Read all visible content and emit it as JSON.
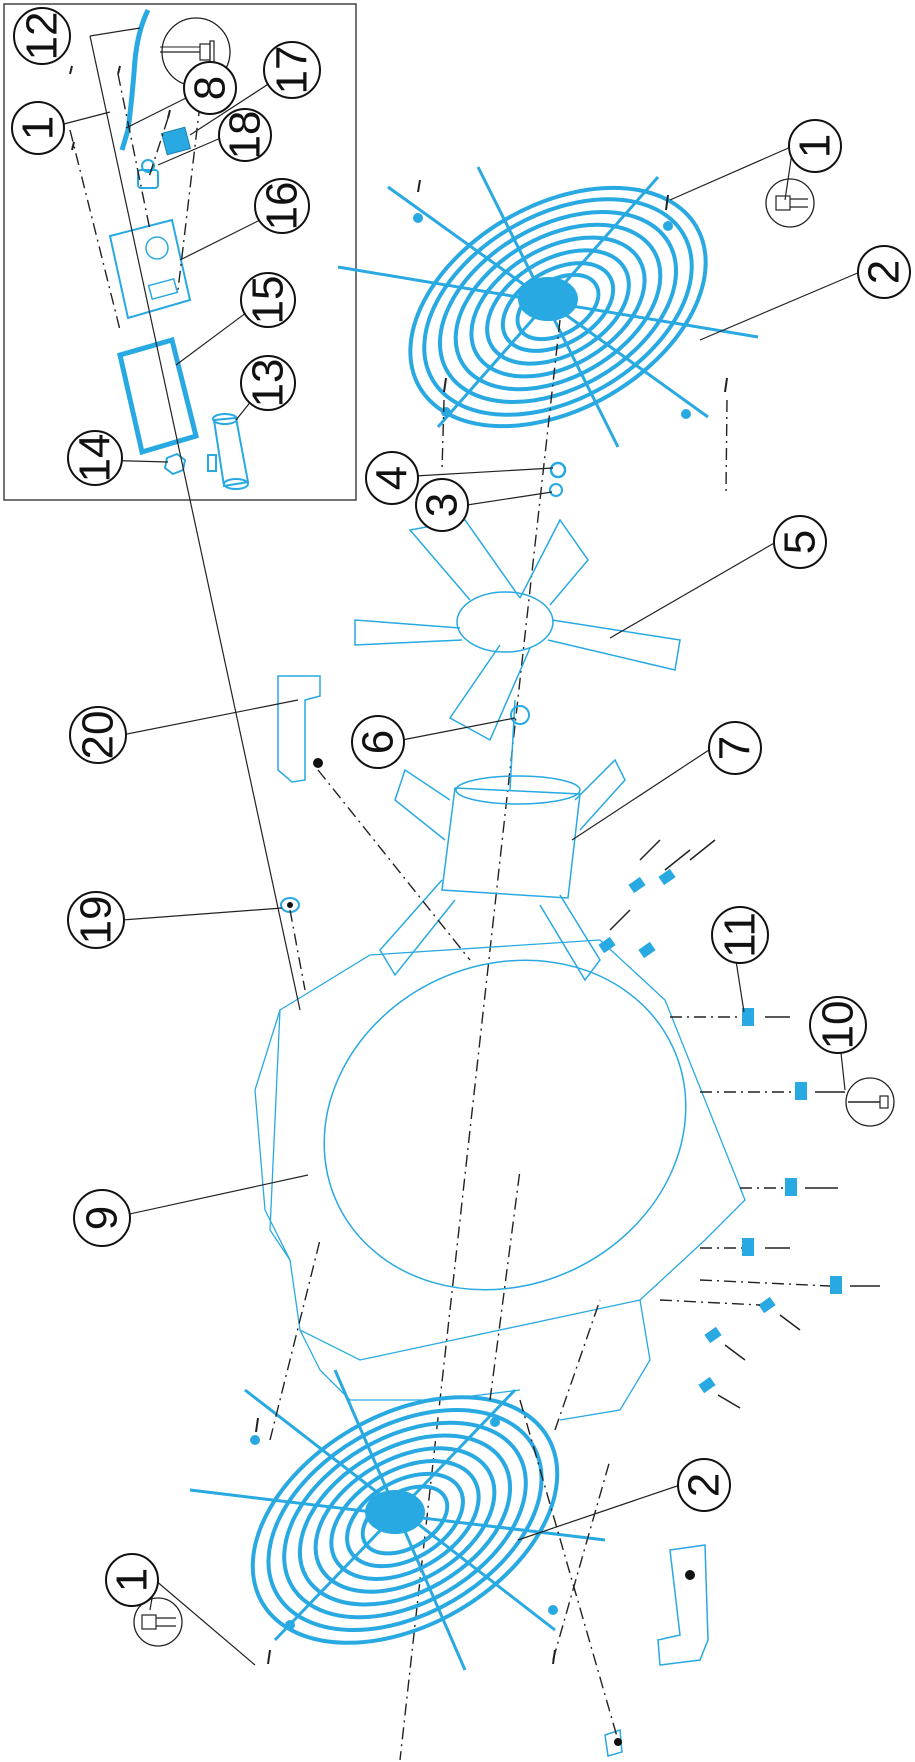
{
  "diagram": {
    "type": "exploded-parts-diagram",
    "accent_color": "#29a9e1",
    "line_color": "#222222",
    "orientation": "rotated-90-ccw",
    "callouts": [
      {
        "id": "c12a",
        "label": "12"
      },
      {
        "id": "c8",
        "label": "8"
      },
      {
        "id": "c17",
        "label": "17"
      },
      {
        "id": "c1a",
        "label": "1"
      },
      {
        "id": "c18",
        "label": "18"
      },
      {
        "id": "c16",
        "label": "16"
      },
      {
        "id": "c15",
        "label": "15"
      },
      {
        "id": "c14",
        "label": "14"
      },
      {
        "id": "c13",
        "label": "13"
      },
      {
        "id": "c1b",
        "label": "1"
      },
      {
        "id": "c2a",
        "label": "2"
      },
      {
        "id": "c4",
        "label": "4"
      },
      {
        "id": "c3",
        "label": "3"
      },
      {
        "id": "c5",
        "label": "5"
      },
      {
        "id": "c20",
        "label": "20"
      },
      {
        "id": "c6",
        "label": "6"
      },
      {
        "id": "c7",
        "label": "7"
      },
      {
        "id": "c19",
        "label": "19"
      },
      {
        "id": "c11",
        "label": "11"
      },
      {
        "id": "c10",
        "label": "10"
      },
      {
        "id": "c9",
        "label": "9"
      },
      {
        "id": "c2b",
        "label": "2"
      },
      {
        "id": "c1c",
        "label": "1"
      }
    ]
  }
}
